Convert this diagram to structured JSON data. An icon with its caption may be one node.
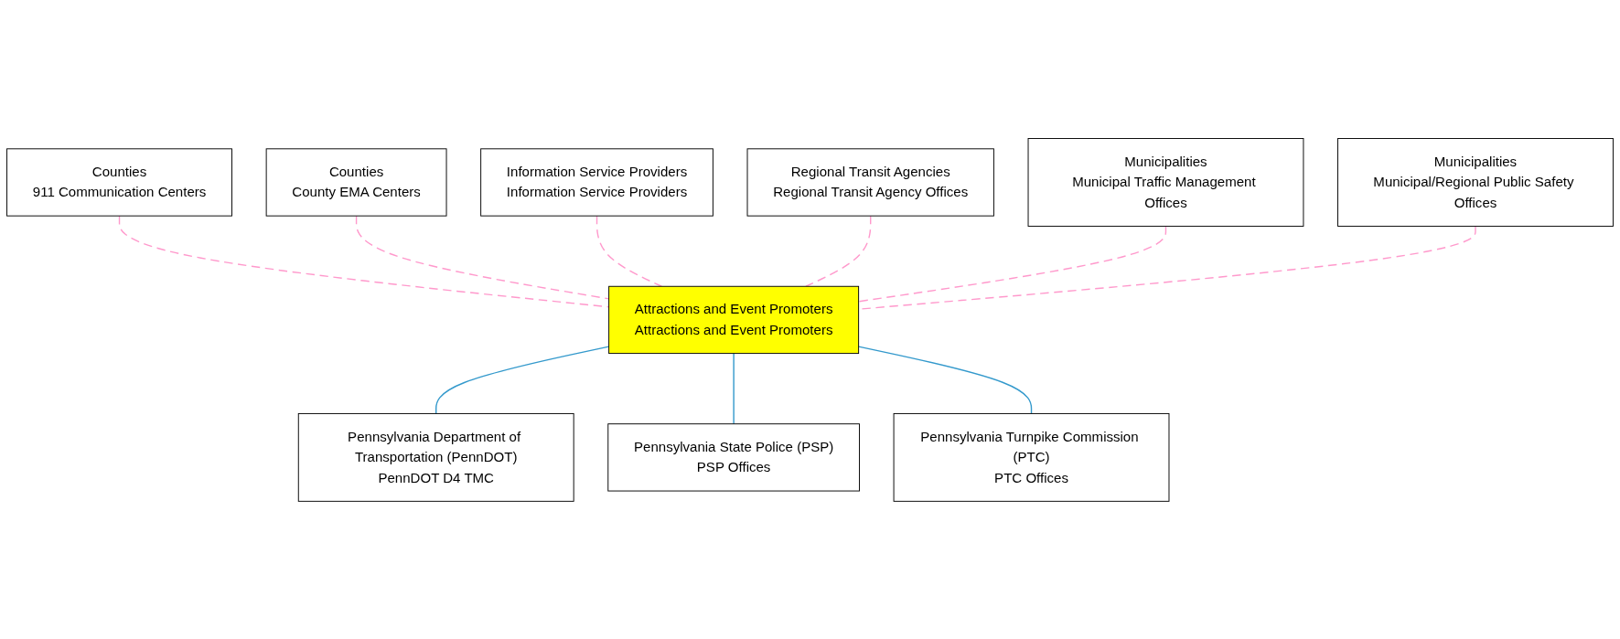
{
  "diagram": {
    "nodes": [
      {
        "text": [
          "Counties",
          "911 Communication Centers"
        ]
      },
      {
        "text": [
          "Counties",
          "County EMA Centers"
        ]
      },
      {
        "text": [
          "Information Service Providers",
          "Information Service Providers"
        ]
      },
      {
        "text": [
          "Regional Transit Agencies",
          "Regional Transit Agency Offices"
        ]
      },
      {
        "text": [
          "Municipalities",
          "Municipal Traffic Management Offices"
        ]
      },
      {
        "text": [
          "Attractions and Event Promoters",
          "Attractions and Event Promoters"
        ]
      },
      {
        "text": [
          "Municipalities",
          "Municipal/Regional Public Safety Offices"
        ]
      },
      {
        "text": [
          "Pennsylvania Department of Transportation (PennDOT)",
          "PennDOT D4 TMC"
        ]
      },
      {
        "text": [
          "Pennsylvania State Police (PSP)",
          "PSP Offices"
        ]
      },
      {
        "text": [
          "Pennsylvania Turnpike Commission (PTC)",
          "PTC Offices"
        ]
      }
    ],
    "edges": [
      {
        "from": 0,
        "to": 5,
        "arrow": "none",
        "style": "dashed"
      },
      {
        "from": 1,
        "to": 5,
        "arrow": "none",
        "style": "dashed"
      },
      {
        "from": 2,
        "to": 5,
        "arrow": "none",
        "style": "dashed"
      },
      {
        "from": 3,
        "to": 5,
        "arrow": "none",
        "style": "dashed"
      },
      {
        "from": 4,
        "to": 5,
        "arrow": "none",
        "style": "dashed"
      },
      {
        "from": 6,
        "to": 5,
        "arrow": "none",
        "style": "dashed"
      },
      {
        "from": 5,
        "to": 7,
        "arrow": "none",
        "color": "#3399cc"
      },
      {
        "from": 5,
        "to": 8,
        "arrow": "none",
        "color": "#3399cc"
      },
      {
        "from": 5,
        "to": 9,
        "arrow": "none",
        "color": "#3399cc"
      }
    ]
  }
}
